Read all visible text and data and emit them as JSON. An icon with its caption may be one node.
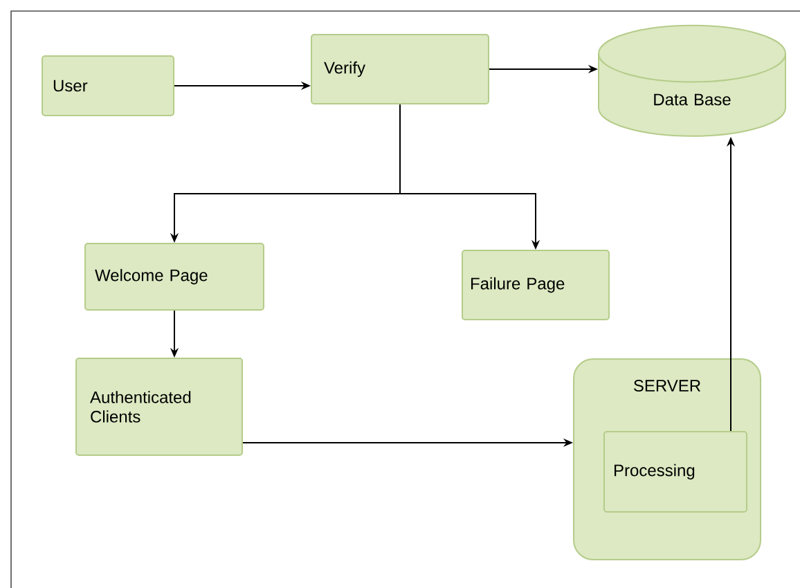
{
  "diagram": {
    "nodes": [
      {
        "text": [
          "User"
        ]
      },
      {
        "text": [
          "Verify"
        ]
      },
      {
        "text": [
          "Data Base"
        ]
      },
      {
        "text": [
          "Welcome Page"
        ]
      },
      {
        "text": [
          "Failure Page"
        ]
      },
      {
        "text": [
          "Authenticated Clients"
        ]
      },
      {
        "text": [
          "SERVER"
        ]
      },
      {
        "text": [
          "Processing"
        ],
        "in": 6
      }
    ],
    "edges": [
      {
        "from": 0,
        "to": 1,
        "arrow": "to"
      },
      {
        "from": 1,
        "to": 2,
        "arrow": "to"
      },
      {
        "from": 1,
        "to": 3,
        "arrow": "to"
      },
      {
        "from": 1,
        "to": 4,
        "arrow": "to"
      },
      {
        "from": 3,
        "to": 5,
        "arrow": "to"
      },
      {
        "from": 5,
        "to": 6,
        "arrow": "to"
      },
      {
        "from": 7,
        "to": 2,
        "arrow": "to"
      }
    ]
  }
}
